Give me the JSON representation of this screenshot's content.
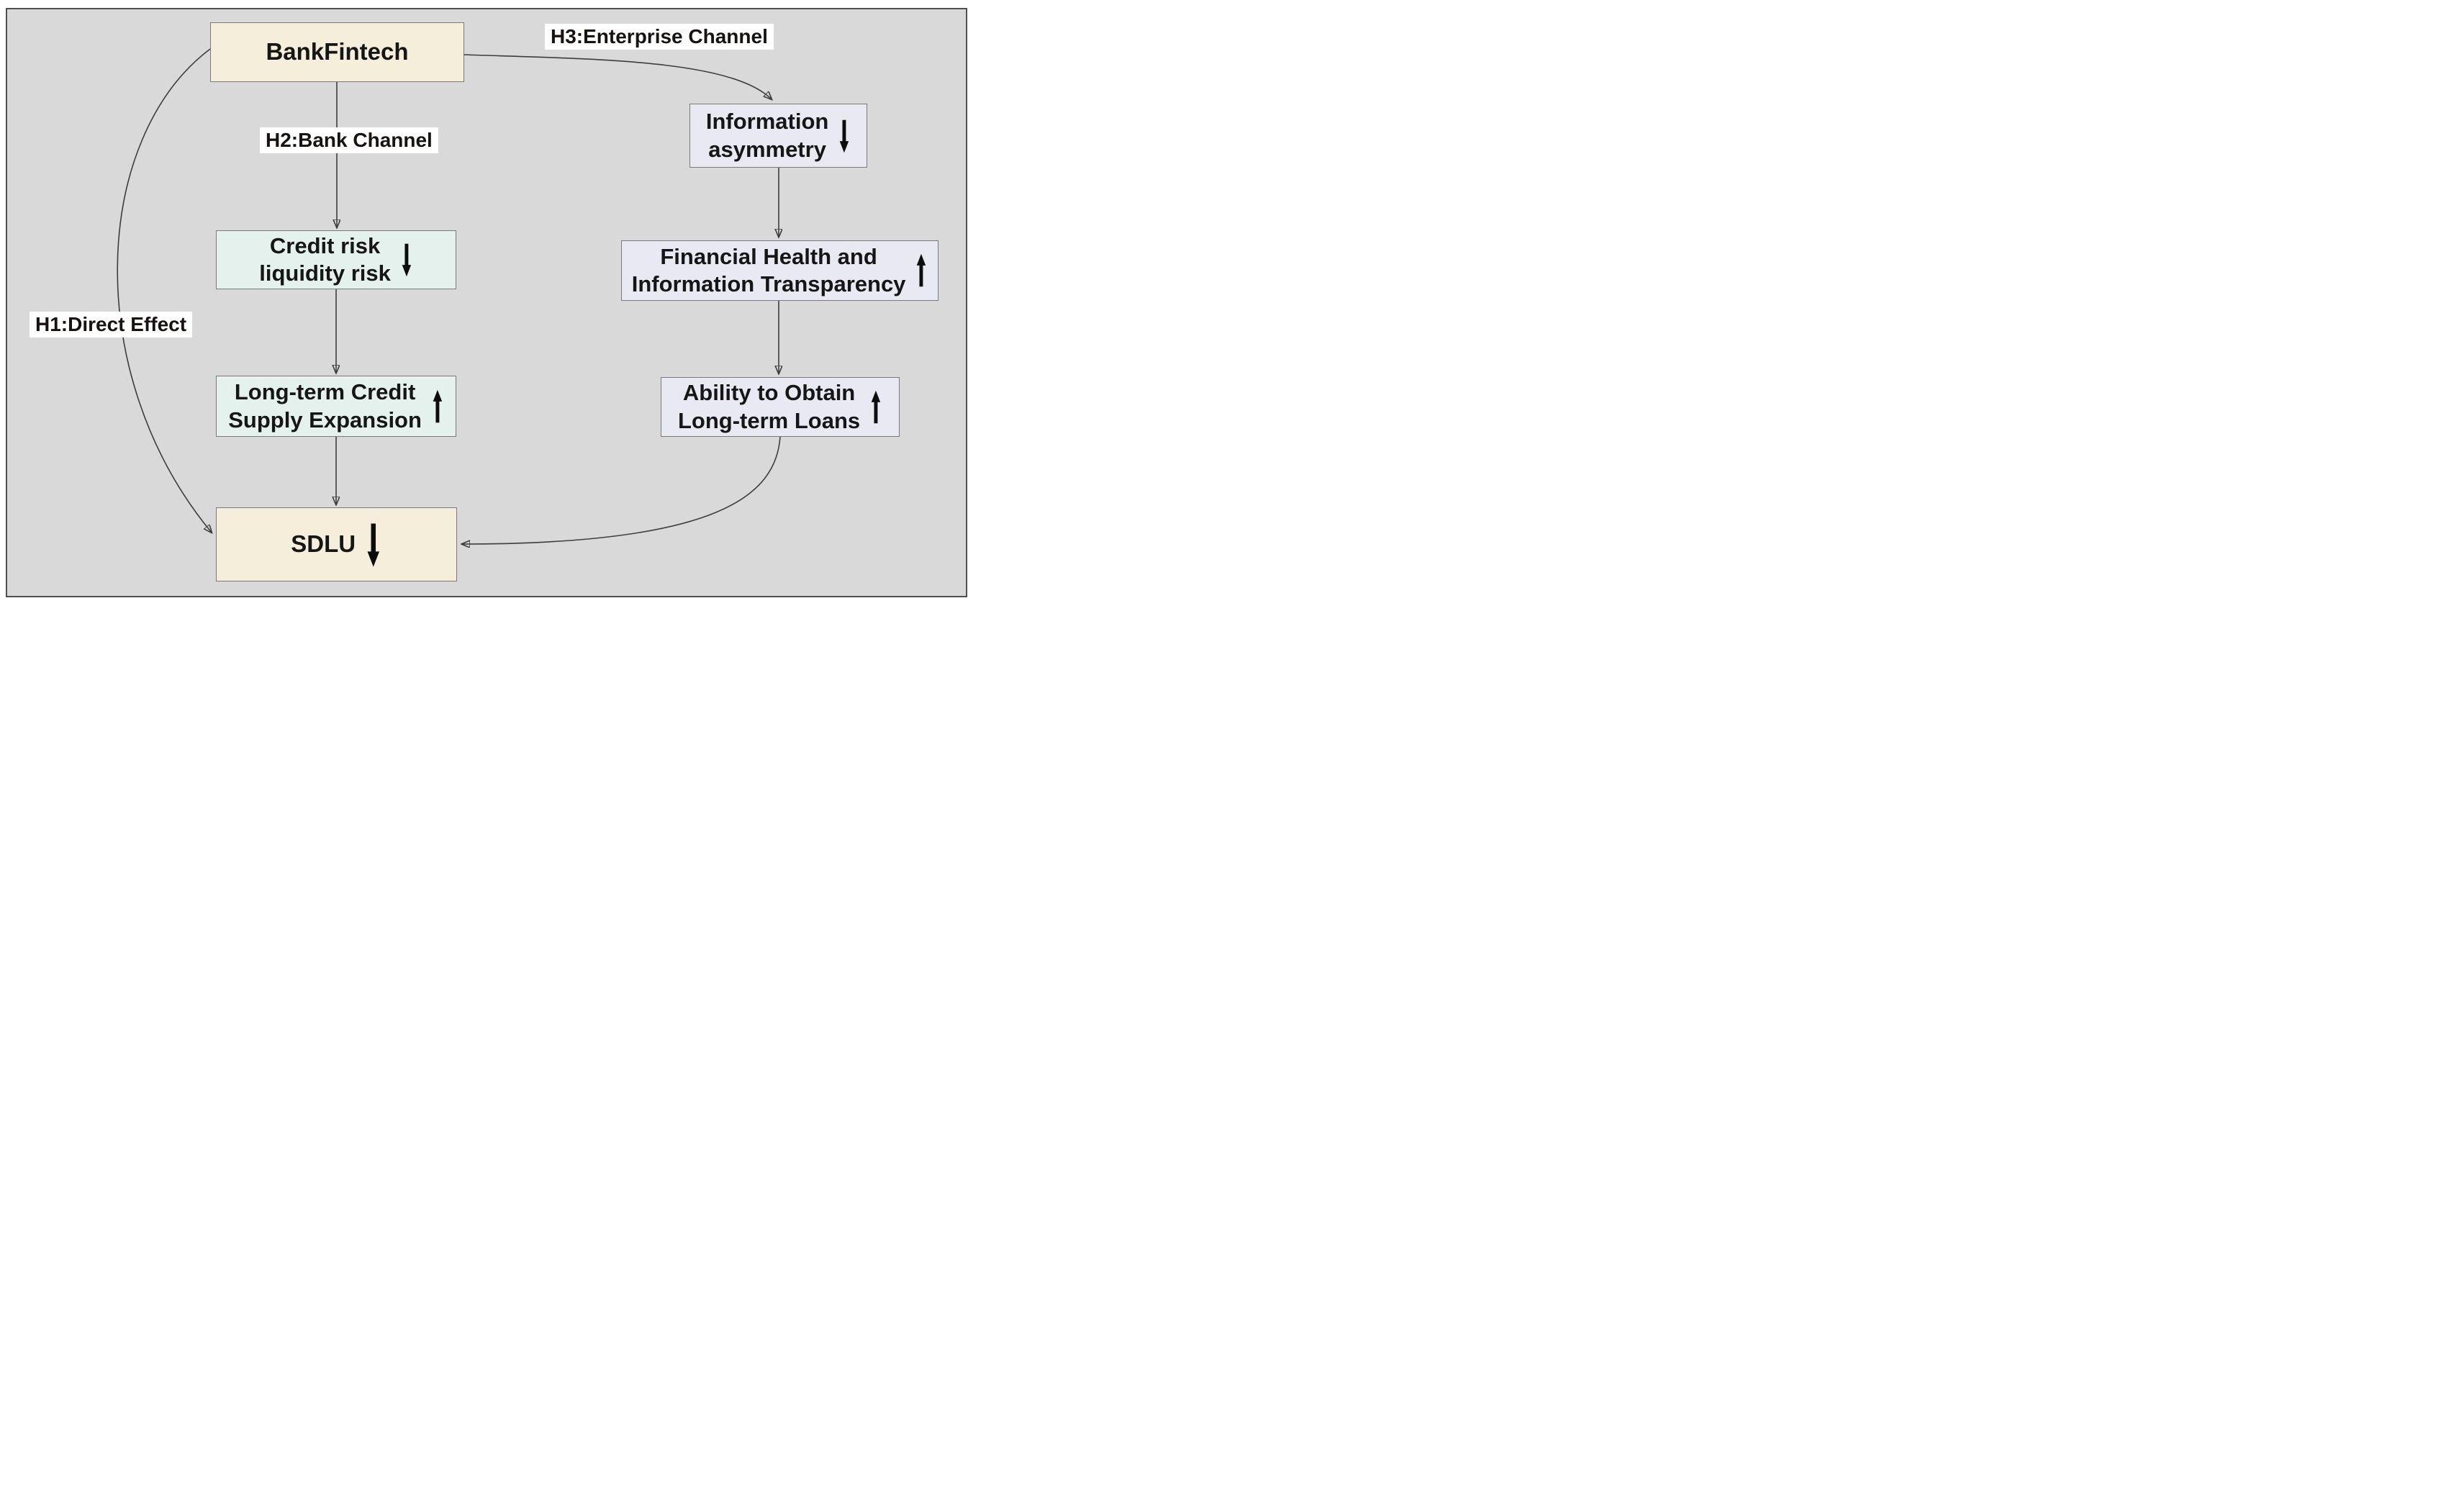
{
  "diagram": {
    "canvas": {
      "page_background": "#ffffff",
      "background": "#d9d9d9",
      "frame_color": "#4f4f4f",
      "node_border_color": "#7a7a7a",
      "connector_color": "#3d3d3d",
      "trend_arrow_color": "#0d0d0d"
    },
    "nodes": [
      {
        "id": "bankfintech",
        "lines": [
          "BankFintech",
          ""
        ],
        "trend": "none",
        "fill": "#f4eeda"
      },
      {
        "id": "information-asymmetry",
        "lines": [
          "Information",
          "asymmetry"
        ],
        "trend": "down",
        "fill": "#e9e9f4"
      },
      {
        "id": "credit-liquidity-risk",
        "lines": [
          "Credit risk",
          "liquidity risk"
        ],
        "trend": "down",
        "fill": "#e4f1ed"
      },
      {
        "id": "financial-health",
        "lines": [
          "Financial Health and",
          "Information Transparency"
        ],
        "trend": "up",
        "fill": "#e9e9f4"
      },
      {
        "id": "long-term-credit-supply",
        "lines": [
          "Long-term Credit",
          "Supply Expansion"
        ],
        "trend": "up",
        "fill": "#e4f1ed"
      },
      {
        "id": "ability-obtain-loans",
        "lines": [
          "Ability to Obtain",
          "Long-term Loans"
        ],
        "trend": "up",
        "fill": "#e9e9f4"
      },
      {
        "id": "sdlu",
        "lines": [
          "SDLU",
          ""
        ],
        "trend": "down",
        "fill": "#f4eeda"
      }
    ],
    "edge_labels": [
      {
        "id": "h1",
        "text": "H1:Direct Effect"
      },
      {
        "id": "h2",
        "text": "H2:Bank Channel"
      },
      {
        "id": "h3",
        "text": "H3:Enterprise Channel"
      }
    ],
    "edges": [
      {
        "from": "bankfintech",
        "to": "sdlu",
        "label_id": "h1"
      },
      {
        "from": "bankfintech",
        "to": "credit-liquidity-risk",
        "label_id": "h2"
      },
      {
        "from": "credit-liquidity-risk",
        "to": "long-term-credit-supply",
        "label_id": ""
      },
      {
        "from": "long-term-credit-supply",
        "to": "sdlu",
        "label_id": ""
      },
      {
        "from": "bankfintech",
        "to": "information-asymmetry",
        "label_id": "h3"
      },
      {
        "from": "information-asymmetry",
        "to": "financial-health",
        "label_id": ""
      },
      {
        "from": "financial-health",
        "to": "ability-obtain-loans",
        "label_id": ""
      },
      {
        "from": "ability-obtain-loans",
        "to": "sdlu",
        "label_id": ""
      }
    ]
  }
}
